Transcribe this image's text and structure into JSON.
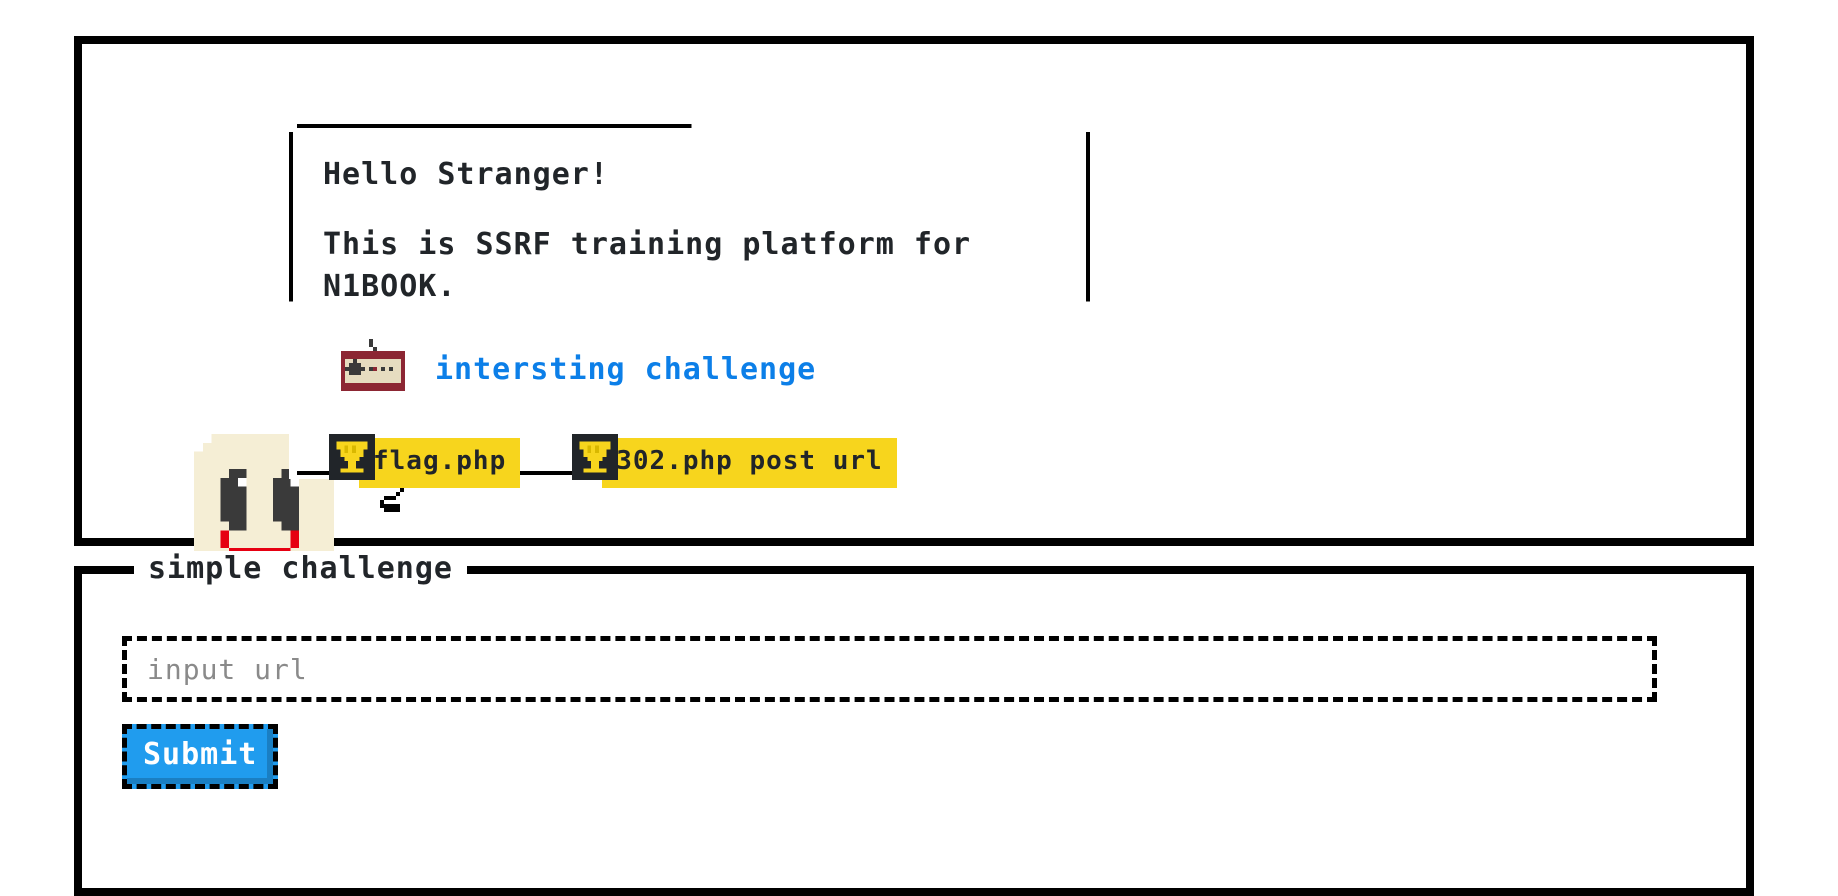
{
  "balloon": {
    "greeting": "Hello Stranger!",
    "description": "This is SSRF training platform for N1BOOK.",
    "gamepad_icon": "gamepad-icon",
    "challenge_link": "intersting challenge",
    "badges": [
      {
        "icon": "trophy-icon",
        "label": "flag.php"
      },
      {
        "icon": "trophy-icon",
        "label": "302.php post url"
      }
    ]
  },
  "mascot": {
    "icon": "smiley-face-icon"
  },
  "form": {
    "legend": "simple challenge",
    "url_value": "",
    "url_placeholder": "input url",
    "submit_label": "Submit"
  },
  "colors": {
    "link": "#0c7fe8",
    "badge_bg": "#f7d51d",
    "submit_bg": "#209cee",
    "gamepad_body": "#8c2633",
    "face_bg": "#f5eed5",
    "mouth": "#e60012",
    "border": "#000000"
  }
}
